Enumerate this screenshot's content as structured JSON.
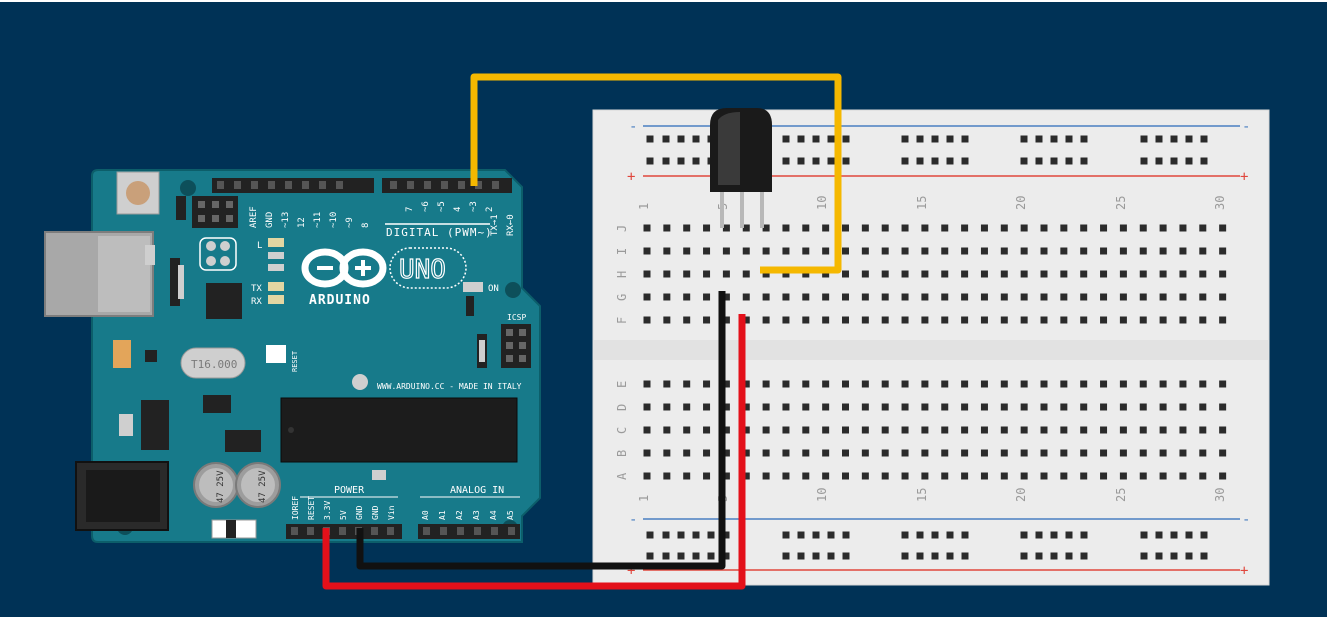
{
  "colors": {
    "background": "#003256",
    "board": "#177a8a",
    "board_dark": "#0e5a67",
    "breadboard": "#ececec",
    "rail_blue": "#4a7fc1",
    "rail_red": "#e0463c",
    "wire_yellow": "#f5b800",
    "wire_black": "#111111",
    "wire_red": "#e3101a"
  },
  "arduino": {
    "logo_text": "ARDUINO",
    "model_text": "UNO",
    "digital_label": "DIGITAL (PWM~)",
    "website_text": "WWW.ARDUINO.CC - MADE IN ITALY",
    "power_label": "POWER",
    "analog_label": "ANALOG IN",
    "icsp_label": "ICSP",
    "crystal_text": "T16.000",
    "on_label": "ON",
    "tx_label": "TX",
    "rx_label": "RX",
    "l_label": "L",
    "reset_label": "RESET",
    "digital_pins": [
      "AREF",
      "GND",
      "~13",
      "12",
      "~11",
      "~10",
      "~9",
      "8",
      "7",
      "~6",
      "~5",
      "4",
      "~3",
      "2",
      "TX→1",
      "RX←0"
    ],
    "power_pins": [
      "IOREF",
      "RESET",
      "3.3V",
      "5V",
      "GND",
      "GND",
      "Vin"
    ],
    "analog_pins": [
      "A0",
      "A1",
      "A2",
      "A3",
      "A4",
      "A5"
    ],
    "capacitor_text": "47 25V"
  },
  "breadboard": {
    "rail_minus": "-",
    "rail_plus": "+",
    "rows_top": [
      "J",
      "I",
      "H",
      "G",
      "F"
    ],
    "rows_bottom": [
      "E",
      "D",
      "C",
      "B",
      "A"
    ],
    "column_numbers": [
      "1",
      "5",
      "10",
      "15",
      "20",
      "25",
      "30"
    ]
  }
}
